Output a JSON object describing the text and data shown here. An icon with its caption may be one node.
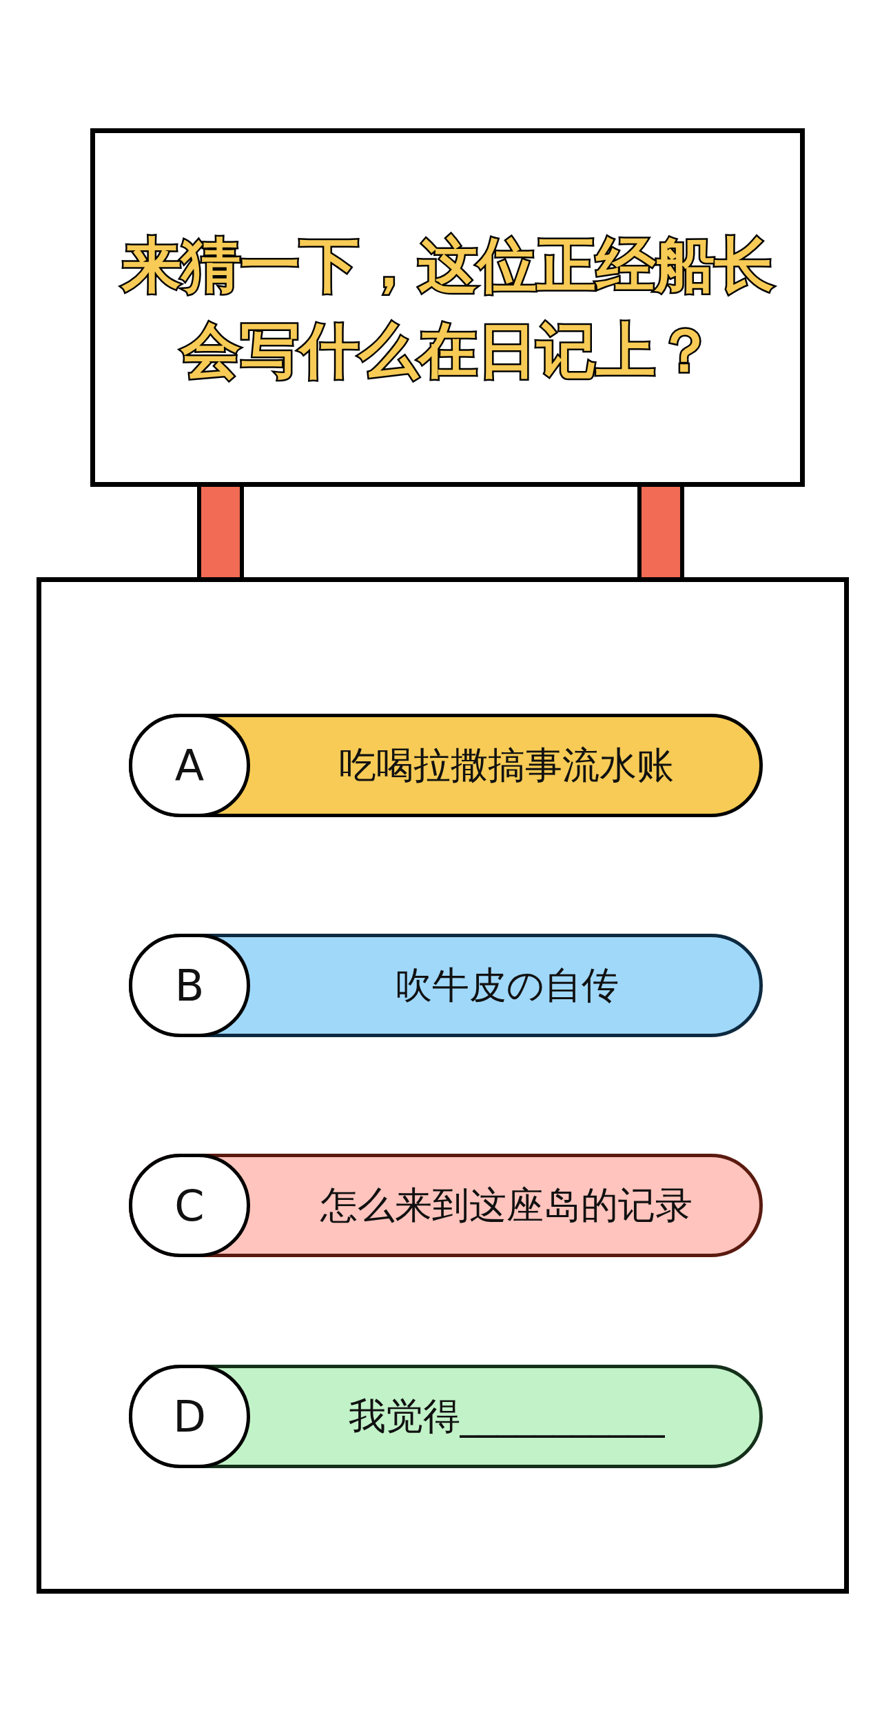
{
  "diagram": {
    "nodes": [
      {
        "text": [
          "来猜一下，这位正经船长会写什么在日记上？"
        ]
      },
      {
        "text": [],
        "shape": "box"
      },
      {
        "text": [
          "吃喝拉撒搞事流水账"
        ],
        "in": 1
      },
      {
        "text": [
          "A"
        ],
        "in": 2
      },
      {
        "text": [
          "吹牛皮の自传"
        ],
        "in": 1
      },
      {
        "text": [
          "B"
        ],
        "in": 4
      },
      {
        "text": [
          "怎么来到这座岛的记录"
        ],
        "in": 1
      },
      {
        "text": [
          "C"
        ],
        "in": 6
      },
      {
        "text": [
          "我觉得___________"
        ],
        "in": 1
      },
      {
        "text": [
          "D"
        ],
        "in": 8
      }
    ],
    "edges": []
  }
}
